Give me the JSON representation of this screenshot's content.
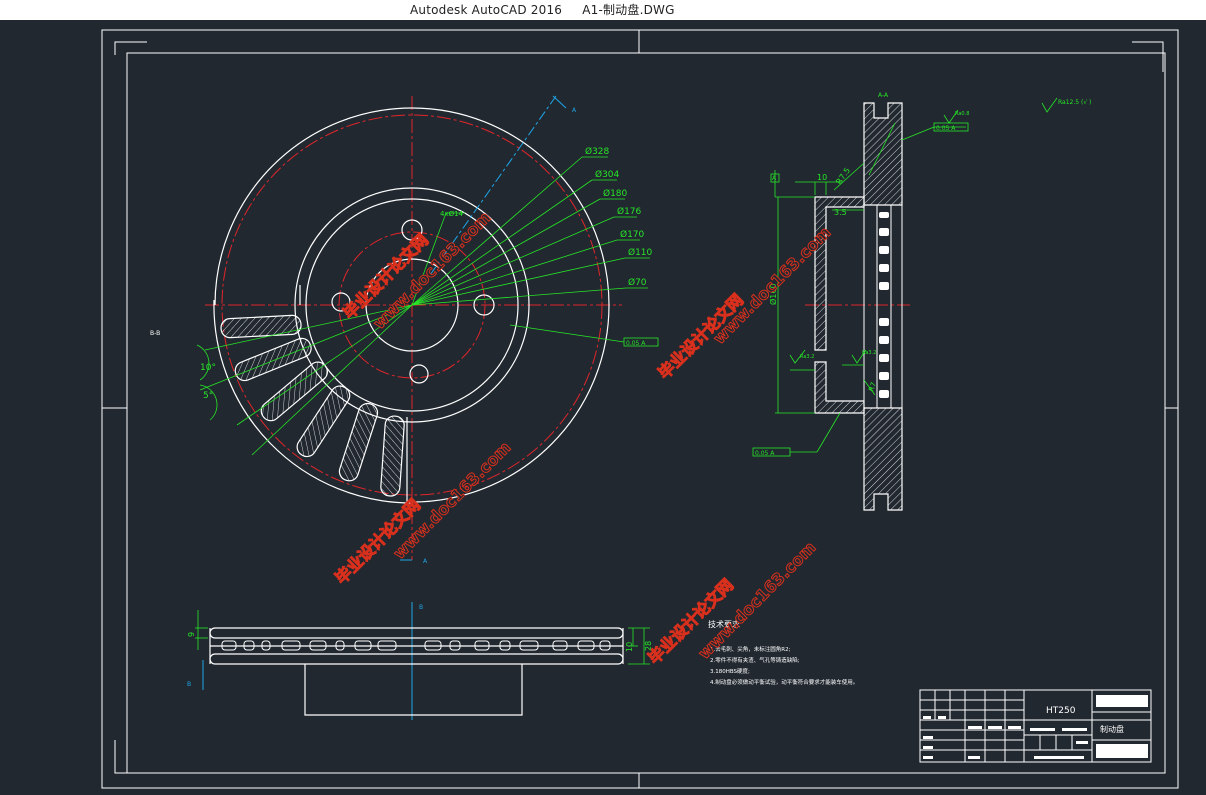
{
  "window": {
    "app_name": "Autodesk AutoCAD 2016",
    "file_name": "A1-制动盘.DWG"
  },
  "colors": {
    "background": "#212830",
    "frame": "#ffffff",
    "center_line": "#e0262a",
    "dimension": "#27e627",
    "axis": "#1fa6e8"
  },
  "front_view": {
    "section_label": "A",
    "side_label": "B-B",
    "diameters": [
      "Ø328",
      "Ø304",
      "Ø180",
      "Ø176",
      "Ø170",
      "Ø110",
      "Ø70"
    ],
    "hole_label": "4xØ14",
    "angle_10": "10°",
    "angle_5": "5°",
    "tolerance_box": "0.05 A",
    "cut_label_bottom": "A"
  },
  "section_view": {
    "title": "A-A",
    "datum": "A",
    "dim_10": "10",
    "dim_r75": "R7.5",
    "dim_35": "3.5",
    "dim_160": "Ø160",
    "dim_r7": "R7",
    "roughness_1": "Ra3.2",
    "roughness_2": "Ra3.2",
    "roughness_top": "Ra0.8",
    "tolerance_top": "0.05 A",
    "tolerance_bottom": "0.05 A"
  },
  "side_view": {
    "label_b": "B",
    "label_b2": "B",
    "dim_9": "9",
    "dim_28": "28",
    "dim_10": "10"
  },
  "roughness_note": "Ra12.5 (√ )",
  "tech_notes": {
    "title": "技术要求",
    "lines": [
      "1.去毛刺、尖角，未标注圆角R2;",
      "2.零件不得有夹渣、气孔等铸造缺陷;",
      "3.180HBS硬度;",
      "4.制动盘必须做动平衡试验，动平衡符合要求才能装车使用。"
    ]
  },
  "title_block": {
    "material": "HT250",
    "part_name": "制动盘"
  },
  "watermarks": [
    "毕业设计论文网",
    "www.doc163.com"
  ]
}
